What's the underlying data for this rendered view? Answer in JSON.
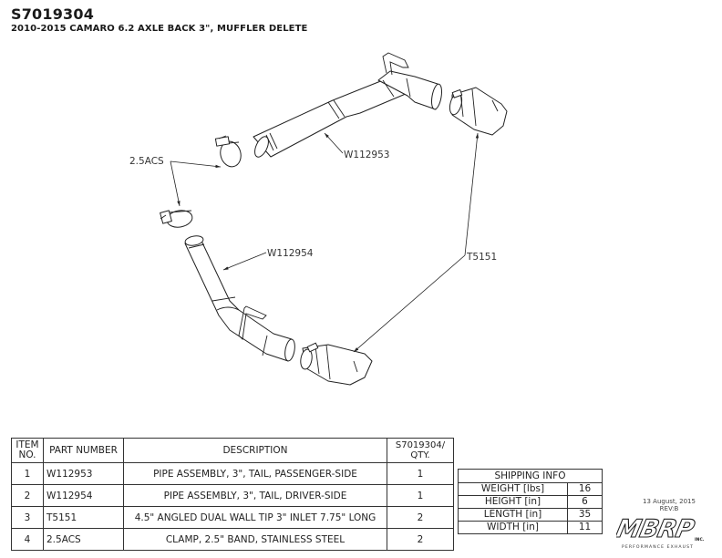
{
  "header": {
    "part_number": "S7019304",
    "description": "2010-2015 CAMARO 6.2 AXLE BACK 3\", MUFFLER DELETE"
  },
  "callouts": {
    "clamp": "2.5ACS",
    "pipe_passenger": "W112953",
    "pipe_driver": "W112954",
    "tip": "T5151"
  },
  "bom": {
    "headers": {
      "item_line1": "ITEM",
      "item_line2": "NO.",
      "part_number": "PART NUMBER",
      "description": "DESCRIPTION",
      "qty_line1": "S7019304/",
      "qty_line2": "QTY."
    },
    "rows": [
      {
        "item": "1",
        "part": "W112953",
        "description": "PIPE ASSEMBLY, 3\", TAIL, PASSENGER-SIDE",
        "qty": "1"
      },
      {
        "item": "2",
        "part": "W112954",
        "description": "PIPE ASSEMBLY, 3\", TAIL, DRIVER-SIDE",
        "qty": "1"
      },
      {
        "item": "3",
        "part": "T5151",
        "description": "4.5\" ANGLED DUAL WALL TIP 3\" INLET 7.75\" LONG",
        "qty": "2"
      },
      {
        "item": "4",
        "part": "2.5ACS",
        "description": "CLAMP, 2.5\" BAND,  STAINLESS STEEL",
        "qty": "2"
      }
    ]
  },
  "shipping": {
    "title": "SHIPPING INFO",
    "rows": [
      {
        "label": "WEIGHT [lbs]",
        "value": "16"
      },
      {
        "label": "HEIGHT [in]",
        "value": "6"
      },
      {
        "label": "LENGTH [in]",
        "value": "35"
      },
      {
        "label": "WIDTH [in]",
        "value": "11"
      }
    ]
  },
  "footer": {
    "date": "13 August, 2015",
    "revision": "REV:B",
    "logo_text": "MBRP",
    "logo_suffix": "INC.",
    "logo_tagline": "PERFORMANCE EXHAUST"
  }
}
